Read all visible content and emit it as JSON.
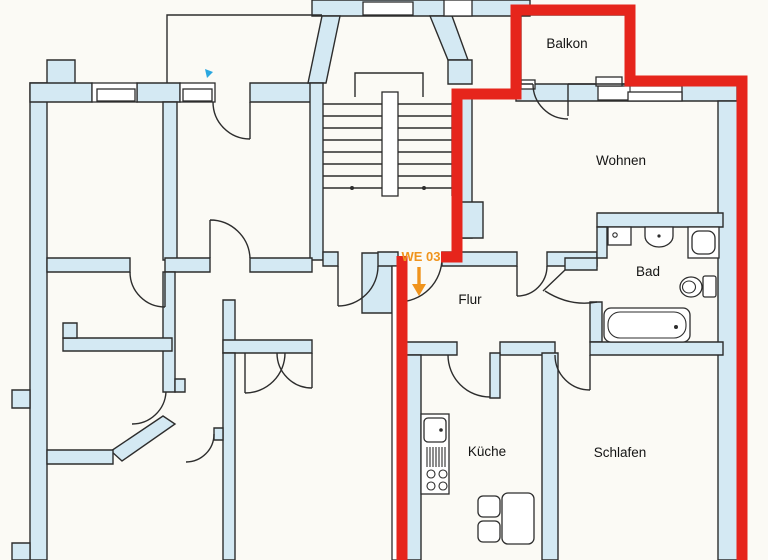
{
  "floor_plan": {
    "marker": {
      "label": "WE 03"
    },
    "rooms": [
      {
        "name": "balkon",
        "label": "Balkon"
      },
      {
        "name": "wohnen",
        "label": "Wohnen"
      },
      {
        "name": "bad",
        "label": "Bad"
      },
      {
        "name": "flur",
        "label": "Flur"
      },
      {
        "name": "kueche",
        "label": "Küche"
      },
      {
        "name": "schlafen",
        "label": "Schlafen"
      }
    ],
    "colors": {
      "background": "#fbfaf5",
      "wall_fill": "#d4e9f3",
      "line": "#2d2d2d",
      "outline_red": "#e6251c",
      "accent_orange": "#f0941d",
      "cursor_cyan": "#2aa7e0"
    }
  }
}
